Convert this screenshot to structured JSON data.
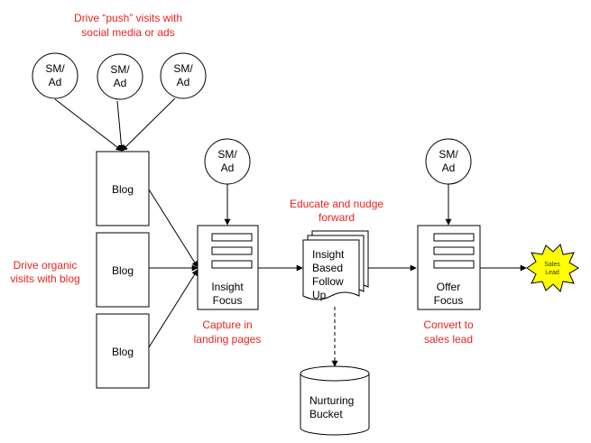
{
  "annotations": {
    "push_line1": "Drive “push” visits with",
    "push_line2": "social media or ads",
    "organic_line1": "Drive organic",
    "organic_line2": "visits with blog",
    "educate_line1": "Educate and nudge",
    "educate_line2": "forward",
    "capture_line1": "Capture in",
    "capture_line2": "landing pages",
    "convert_line1": "Convert to",
    "convert_line2": "sales lead"
  },
  "sm_ad": {
    "line1": "SM/",
    "line2": "Ad"
  },
  "blog_label": "Blog",
  "insight_focus": {
    "line1": "Insight",
    "line2": "Focus"
  },
  "follow_up": {
    "line1": "Insight",
    "line2": "Based",
    "line3": "Follow",
    "line4": "Up"
  },
  "offer_focus": {
    "line1": "Offer",
    "line2": "Focus"
  },
  "nurturing": {
    "line1": "Nurturing",
    "line2": "Bucket"
  },
  "sales_lead": {
    "line1": "Sales",
    "line2": "Lead"
  },
  "colors": {
    "annotation": "#e8241e",
    "star_fill": "#ffff00"
  }
}
